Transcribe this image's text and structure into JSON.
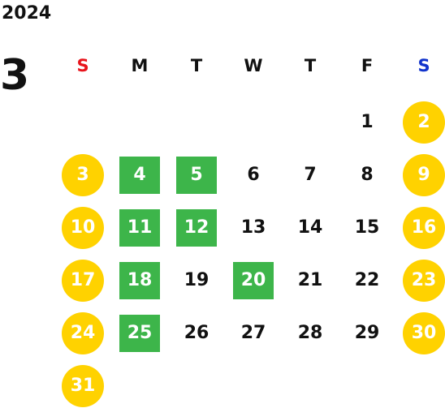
{
  "calendar": {
    "year": "2024",
    "month": "3",
    "weekdays": [
      {
        "label": "S",
        "color": "#e8141c"
      },
      {
        "label": "M",
        "color": "#111111"
      },
      {
        "label": "T",
        "color": "#111111"
      },
      {
        "label": "W",
        "color": "#111111"
      },
      {
        "label": "T",
        "color": "#111111"
      },
      {
        "label": "F",
        "color": "#111111"
      },
      {
        "label": "S",
        "color": "#1133cc"
      }
    ],
    "first_weekday_index": 5,
    "days": [
      {
        "d": "1",
        "type": "normal"
      },
      {
        "d": "2",
        "type": "holiday"
      },
      {
        "d": "3",
        "type": "holiday"
      },
      {
        "d": "4",
        "type": "highlight"
      },
      {
        "d": "5",
        "type": "highlight"
      },
      {
        "d": "6",
        "type": "normal"
      },
      {
        "d": "7",
        "type": "normal"
      },
      {
        "d": "8",
        "type": "normal"
      },
      {
        "d": "9",
        "type": "holiday"
      },
      {
        "d": "10",
        "type": "holiday"
      },
      {
        "d": "11",
        "type": "highlight"
      },
      {
        "d": "12",
        "type": "highlight"
      },
      {
        "d": "13",
        "type": "normal"
      },
      {
        "d": "14",
        "type": "normal"
      },
      {
        "d": "15",
        "type": "normal"
      },
      {
        "d": "16",
        "type": "holiday"
      },
      {
        "d": "17",
        "type": "holiday"
      },
      {
        "d": "18",
        "type": "highlight"
      },
      {
        "d": "19",
        "type": "normal"
      },
      {
        "d": "20",
        "type": "highlight"
      },
      {
        "d": "21",
        "type": "normal"
      },
      {
        "d": "22",
        "type": "normal"
      },
      {
        "d": "23",
        "type": "holiday"
      },
      {
        "d": "24",
        "type": "holiday"
      },
      {
        "d": "25",
        "type": "highlight"
      },
      {
        "d": "26",
        "type": "normal"
      },
      {
        "d": "27",
        "type": "normal"
      },
      {
        "d": "28",
        "type": "normal"
      },
      {
        "d": "29",
        "type": "normal"
      },
      {
        "d": "30",
        "type": "holiday"
      },
      {
        "d": "31",
        "type": "holiday"
      }
    ],
    "colors": {
      "holiday": "#ffd200",
      "highlight": "#3db54a",
      "sunday": "#e8141c",
      "saturday": "#1133cc"
    }
  }
}
